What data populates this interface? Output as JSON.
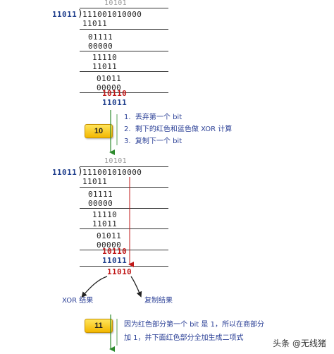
{
  "top_block": {
    "quotient": "10101",
    "divisor": "11011",
    "dividend": "111001010000",
    "rows": [
      "11011",
      "01111",
      "00000",
      "11110",
      "11011",
      "01011",
      "00000"
    ],
    "red_row": "10110",
    "blue_row": "11011"
  },
  "step1": {
    "badge": "10",
    "notes": [
      "1.  丢弃第一个 bit",
      "2.  剩下的红色和蓝色做 XOR 计算",
      "3.  复制下一个 bit"
    ]
  },
  "bottom_block": {
    "quotient": "10101",
    "divisor": "11011",
    "dividend": "111001010000",
    "rows": [
      "11011",
      "01111",
      "00000",
      "11110",
      "11011",
      "01011",
      "00000"
    ],
    "red_row": "10110",
    "blue_row": "11011",
    "result_xor": "1101",
    "result_copy": "0"
  },
  "labels": {
    "xor_result": "XOR 结果",
    "copy_result": "复制结果"
  },
  "step2": {
    "badge": "11",
    "notes": [
      "因为红色部分第一个 bit 是 1，所以在商部分",
      "加 1，并下面红色部分全加生成二项式"
    ]
  },
  "watermark": "头条 @无线猪",
  "colors": {
    "red": "#c01919",
    "blue": "#1f3e8c",
    "arrow_green": "#2e8b2e",
    "badge": "#f3b700"
  }
}
